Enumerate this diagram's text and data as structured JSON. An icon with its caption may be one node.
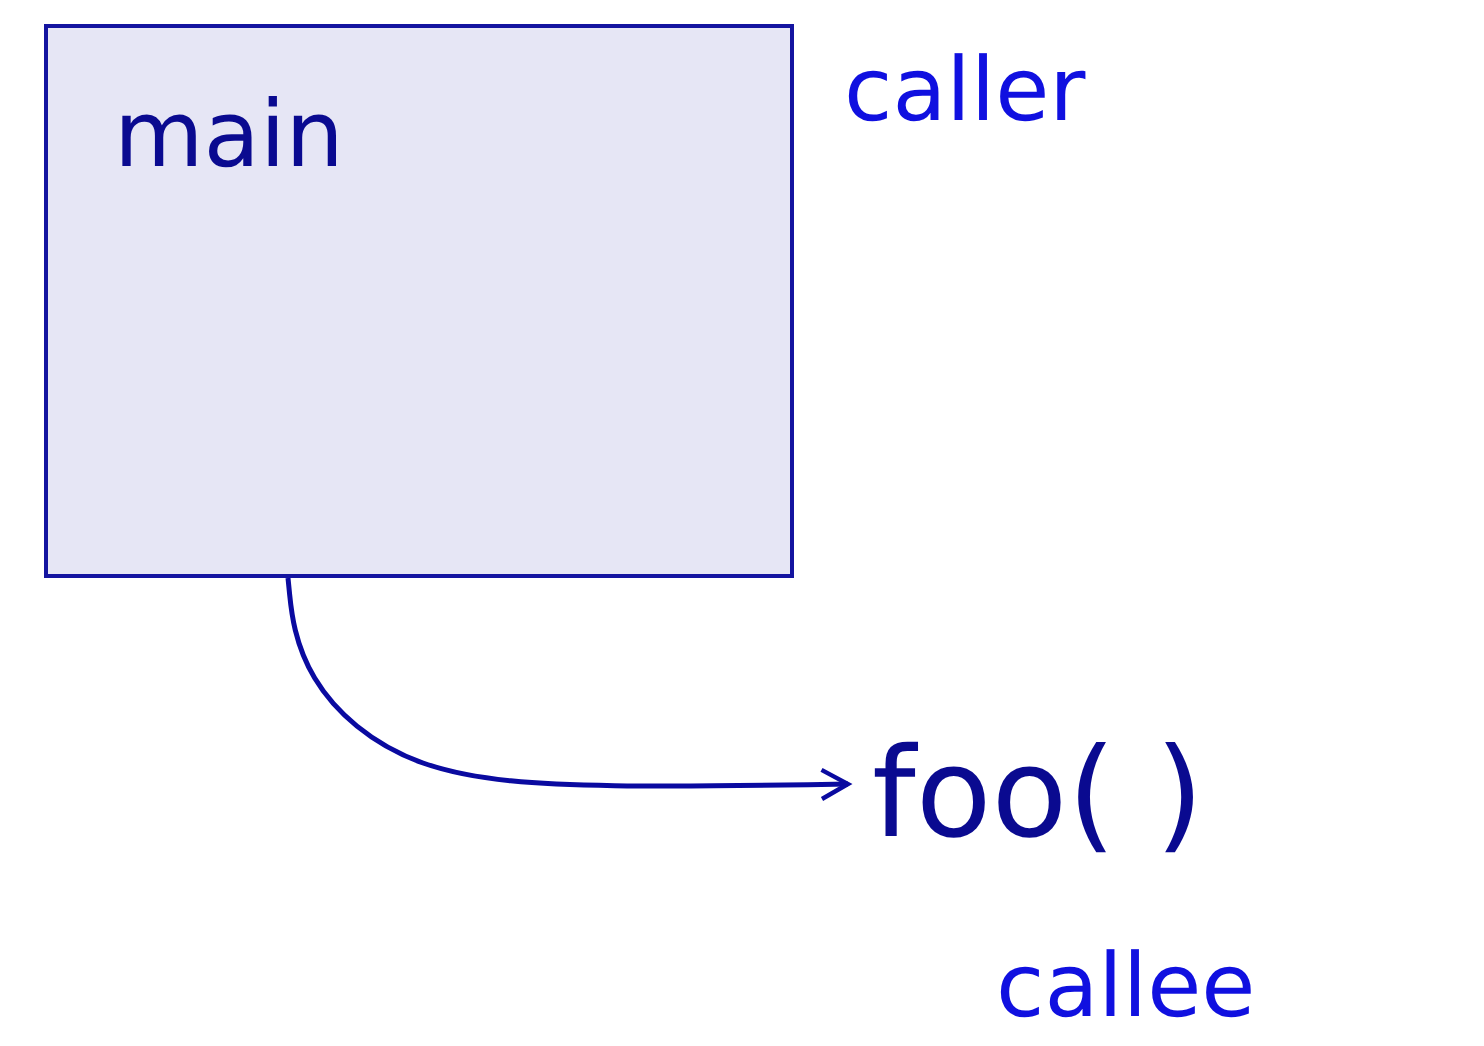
{
  "diagram": {
    "nodes": [
      {
        "text": [
          "main"
        ],
        "beside": [
          "caller"
        ]
      },
      {
        "text": [
          "foo( )"
        ],
        "beside": [
          "callee"
        ]
      }
    ],
    "edges": [
      {
        "from": 0,
        "to": 1,
        "arrow": "to"
      }
    ]
  }
}
